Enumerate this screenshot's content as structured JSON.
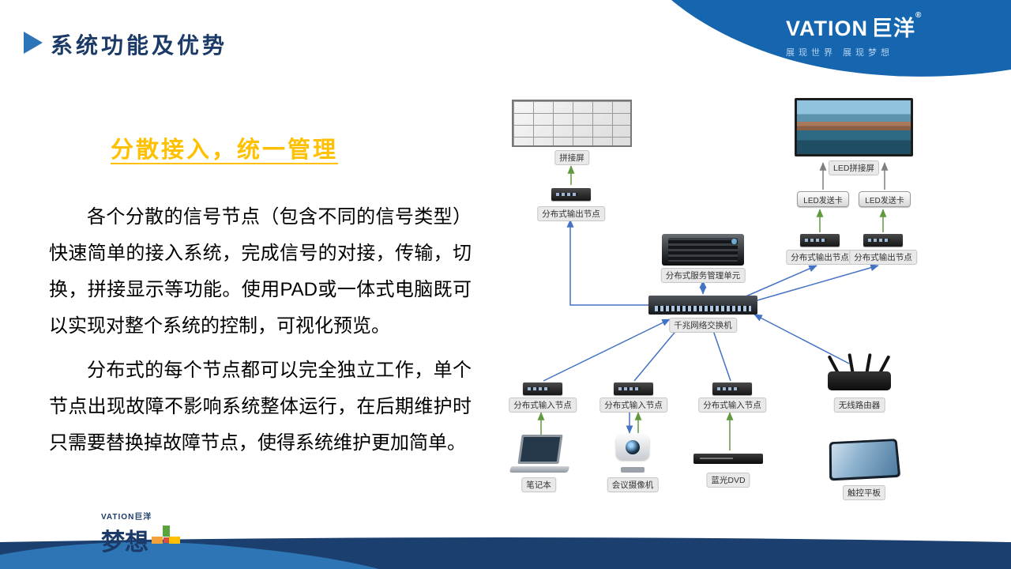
{
  "slide": {
    "header": {
      "title": "系统功能及优势",
      "brand": {
        "name_en": "VATION",
        "name_cn": "巨洋",
        "reg": "®",
        "tagline": "展现世界  展现梦想"
      }
    },
    "left": {
      "heading": "分散接入，统一管理",
      "paragraph_1": "各个分散的信号节点（包含不同的信号类型）快速简单的接入系统，完成信号的对接，传输，切换，拼接显示等功能。使用PAD或一体式电脑既可以实现对整个系统的控制，可视化预览。",
      "paragraph_2": "分布式的每个节点都可以完全独立工作，单个节点出现故障不影响系统整体运行，在后期维护时只需要替换掉故障节点，使得系统维护更加简单。"
    },
    "diagram": {
      "video_wall_label": "拼接屏",
      "led_wall_label": "LED拼接屏",
      "led_card_1": "LED发送卡",
      "led_card_2": "LED发送卡",
      "output_node_1": "分布式输出节点",
      "output_node_2": "分布式输出节点",
      "output_node_3": "分布式输出节点",
      "server_label": "分布式服务管理单元",
      "switch_label": "千兆网络交换机",
      "input_node_1": "分布式输入节点",
      "input_node_2": "分布式输入节点",
      "input_node_3": "分布式输入节点",
      "router_label": "无线路由器",
      "laptop_label": "笔记本",
      "camera_label": "会议摄像机",
      "dvd_label": "蓝光DVD",
      "tablet_label": "触控平板"
    },
    "footer": {
      "brand_small": "VATION巨洋",
      "slogan": "梦想"
    },
    "colors": {
      "brand_blue": "#1565af",
      "navy_bar": "#1b3f6e",
      "accent_orange": "#ffc000",
      "arrow_blue": "#4472c4",
      "arrow_green": "#61993f",
      "arrow_gray": "#7f7f7f"
    }
  }
}
